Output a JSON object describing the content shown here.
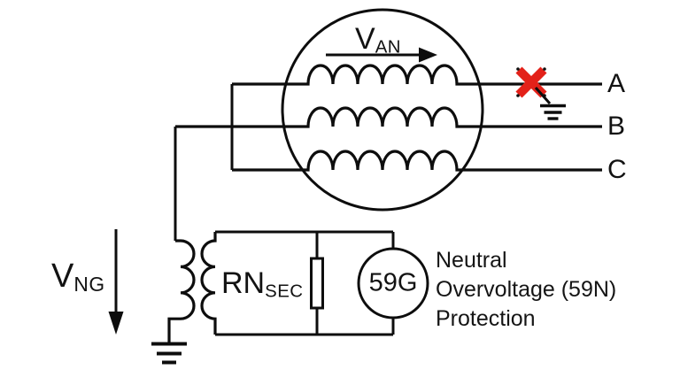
{
  "labels": {
    "van": {
      "main": "V",
      "sub": "AN"
    },
    "vng": {
      "main": "V",
      "sub": "NG"
    },
    "phases": [
      "A",
      "B",
      "C"
    ],
    "resistor": {
      "main": "RN",
      "sub": "SEC"
    },
    "relay": "59G"
  },
  "protection_note": {
    "lines": [
      "Neutral",
      "Overvoltage (59N)",
      "Protection"
    ]
  },
  "icons": {
    "fault": "x-mark-icon",
    "fault_ground": "earth-ground-icon",
    "transformer_ground": "earth-ground-icon",
    "van_arrow": "right-arrow-icon",
    "vng_arrow": "down-arrow-icon"
  },
  "colors": {
    "line": "#0d0d0d",
    "fault_red": "#e32119",
    "background": "#ffffff",
    "text": "#121212"
  }
}
